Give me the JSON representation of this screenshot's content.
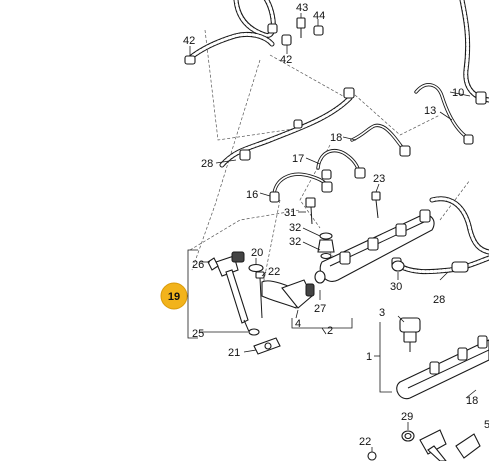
{
  "labels": {
    "l43": "43",
    "l44": "44",
    "l42a": "42",
    "l42b": "42",
    "l10": "10",
    "l13": "13",
    "l18": "18",
    "l28a": "28",
    "l17": "17",
    "l16": "16",
    "l23": "23",
    "l31": "31",
    "l32a": "32",
    "l32b": "32",
    "l26": "26",
    "l20": "20",
    "l22a": "22",
    "l30": "30",
    "l28b": "28",
    "l4": "4",
    "l27": "27",
    "l2": "2",
    "l25": "25",
    "l21": "21",
    "l3": "3",
    "l1": "1",
    "l18b": "18",
    "l29": "29",
    "l22b": "22",
    "l5": "5"
  },
  "callout": {
    "number": "19",
    "color": "#f2b31b"
  }
}
